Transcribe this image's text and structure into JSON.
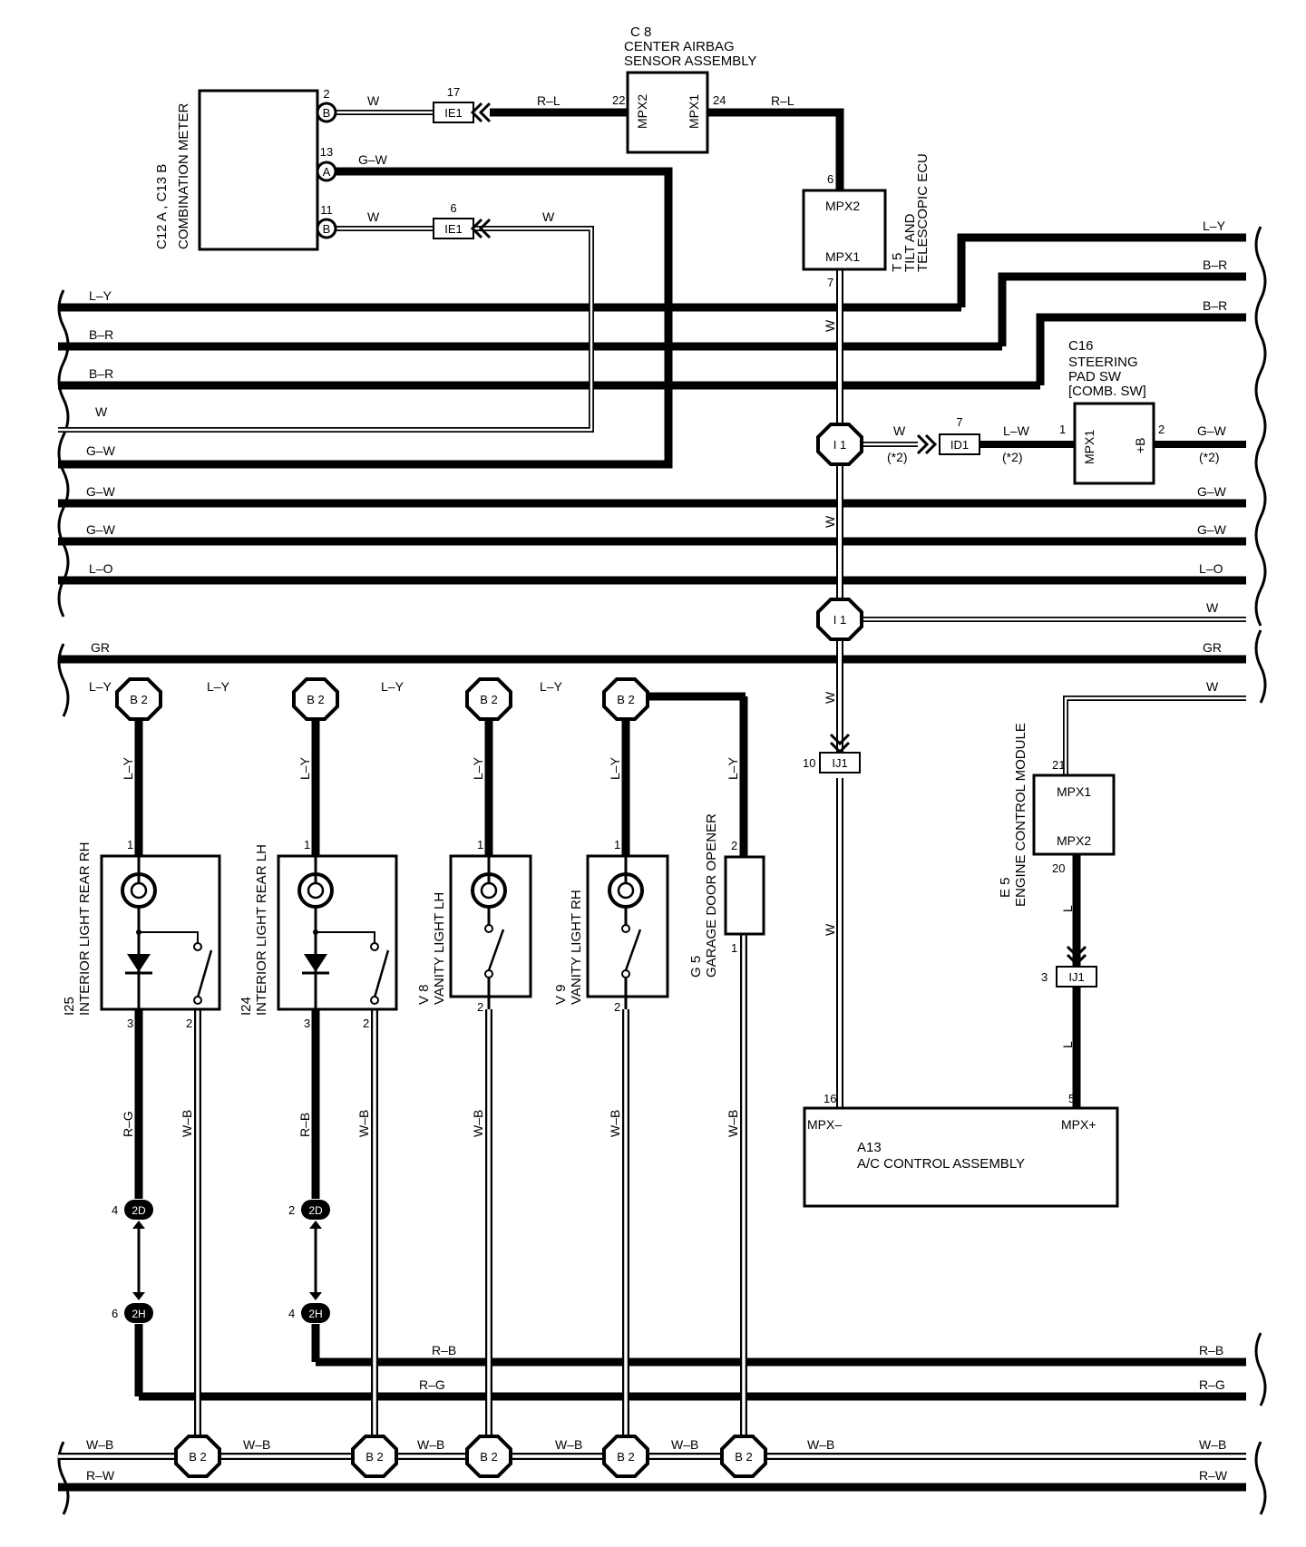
{
  "components": {
    "combination_meter": {
      "ids": "C12 A , C13 B",
      "name": "COMBINATION METER",
      "pins": [
        "2",
        "13",
        "11"
      ],
      "terms": [
        "B",
        "A",
        "B"
      ]
    },
    "airbag_sensor": {
      "id": "C 8",
      "name1": "CENTER AIRBAG",
      "name2": "SENSOR ASSEMBLY",
      "pin_left": "22",
      "pin_right": "24",
      "mpx2": "MPX2",
      "mpx1": "MPX1"
    },
    "tilt_ecu": {
      "id": "T 5",
      "name1": "TILT AND",
      "name2": "TELESCOPIC ECU",
      "pin_top": "6",
      "pin_bot": "7",
      "mpx2": "MPX2",
      "mpx1": "MPX1"
    },
    "steering_pad": {
      "id": "C16",
      "name1": "STEERING",
      "name2": "PAD SW",
      "name3": "[COMB. SW]",
      "pin_left": "1",
      "pin_right": "2",
      "mpx1": "MPX1",
      "plus_b": "+B"
    },
    "ecm": {
      "id": "E 5",
      "name": "ENGINE CONTROL MODULE",
      "pin_top": "21",
      "pin_bot": "20",
      "mpx1": "MPX1",
      "mpx2": "MPX2"
    },
    "ac_control": {
      "id": "A13",
      "name": "A/C CONTROL ASSEMBLY",
      "pin_left": "16",
      "pin_right": "5",
      "mpx_minus": "MPX–",
      "mpx_plus": "MPX+"
    },
    "i25": {
      "id": "I25",
      "name": "INTERIOR LIGHT REAR RH",
      "pins": [
        "1",
        "3",
        "2"
      ]
    },
    "i24": {
      "id": "I24",
      "name": "INTERIOR LIGHT REAR LH",
      "pins": [
        "1",
        "3",
        "2"
      ]
    },
    "v8": {
      "id": "V 8",
      "name": "VANITY LIGHT LH",
      "pins": [
        "1",
        "2"
      ]
    },
    "v9": {
      "id": "V 9",
      "name": "VANITY LIGHT RH",
      "pins": [
        "1",
        "2"
      ]
    },
    "g5": {
      "id": "G 5",
      "name": "GARAGE DOOR OPENER",
      "pins": [
        "2",
        "1"
      ]
    }
  },
  "connectors": {
    "ie1_a": {
      "label": "IE1",
      "pin": "17"
    },
    "ie1_b": {
      "label": "IE1",
      "pin": "6"
    },
    "id1": {
      "label": "ID1",
      "pin": "7"
    },
    "ij1_a": {
      "label": "IJ1",
      "pin": "10"
    },
    "ij1_b": {
      "label": "IJ1",
      "pin": "3"
    },
    "junction": "I 1",
    "splice": "B 2",
    "c2d_rh": {
      "label": "2D",
      "pin": "4"
    },
    "c2h_rh": {
      "label": "2H",
      "pin": "6"
    },
    "c2d_lh": {
      "label": "2D",
      "pin": "2"
    },
    "c2h_lh": {
      "label": "2H",
      "pin": "4"
    }
  },
  "wires": {
    "W": "W",
    "RL": "R–L",
    "GW": "G–W",
    "LY": "L–Y",
    "BR": "B–R",
    "LO": "L–O",
    "GR": "GR",
    "LW": "L–W",
    "L": "L",
    "RG": "R–G",
    "RB": "R–B",
    "WB": "W–B",
    "RW": "R–W",
    "note": "(*2)"
  }
}
